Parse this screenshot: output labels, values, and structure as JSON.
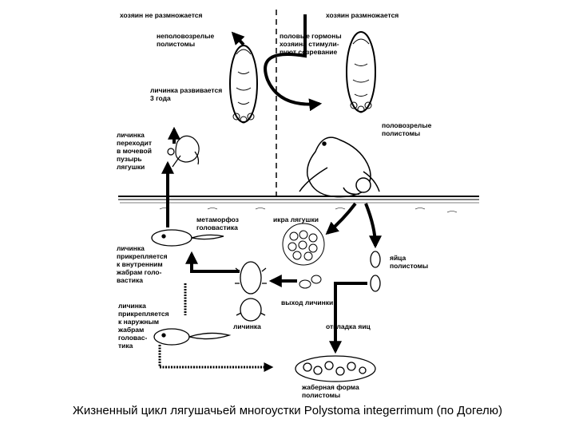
{
  "diagram": {
    "header_left": "хозяин не размножается",
    "header_right": "хозяин размножается",
    "labels": {
      "immature": "неполовозрелые\nполистомы",
      "hormones": "половые гормоны\nхозяина стимули-\nруют созревание",
      "larva_3y": "личинка развивается\n3 года",
      "bladder": "личинка\nпереходит\nв мочевой\nпузырь\nлягушки",
      "mature": "половозрелые\nполистомы",
      "metamorphosis": "метаморфоз\nголовастика",
      "frog_eggs": "икра лягушки",
      "attach_inner": "личинка\nприкрепляется\nк внутренним\nжабрам голо-\nвастика",
      "fluke_eggs": "яйца\nполистомы",
      "larva_exit": "выход личинки",
      "attach_outer": "личинка\nприкрепляется\nк наружным\nжабрам\nголовас-\nтика",
      "larva": "личинка",
      "egg_laying": "откладка яиц",
      "gill_form": "жаберная форма\nполистомы"
    },
    "caption": "Жизненный цикл лягушачьей многоустки Polystoma integerrimum (по Догелю)"
  },
  "colors": {
    "ink": "#000000",
    "background": "#ffffff"
  }
}
